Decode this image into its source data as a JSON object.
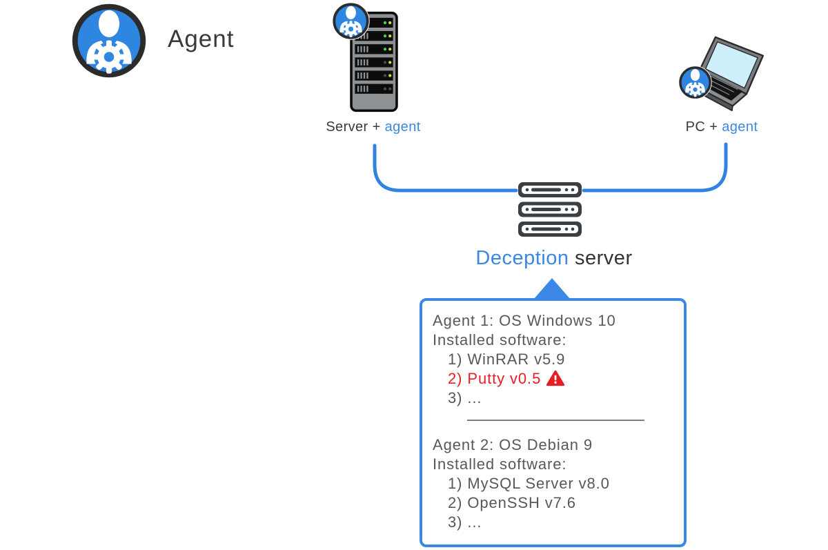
{
  "colors": {
    "accent_blue": "#3b87e2",
    "line_blue": "#3083e3",
    "icon_blue": "#2e86e0",
    "alert_red": "#e71d25",
    "text_dark": "#3a3a3a",
    "text_gray": "#57585a",
    "divider_gray": "#7d7d7d"
  },
  "icons": {
    "legend": "agent-person-gear-icon",
    "server": "server-tower-icon",
    "pc": "laptop-icon",
    "deception": "rack-server-icon",
    "alert": "warning-triangle-icon"
  },
  "legend": {
    "label": "Agent"
  },
  "nodes": {
    "server": {
      "label_prefix": "Server + ",
      "label_agent": "agent"
    },
    "pc": {
      "label_prefix": "PC + ",
      "label_agent": "agent"
    },
    "deception": {
      "label_accent": "Deception",
      "label_rest": " server"
    }
  },
  "callout": {
    "agents": [
      {
        "title": "Agent 1: OS Windows 10",
        "subtitle": "Installed software:",
        "items": [
          {
            "text": "1) WinRAR v5.9",
            "alert": false
          },
          {
            "text": "2) Putty v0.5",
            "alert": true
          },
          {
            "text": "3) ...",
            "alert": false
          }
        ]
      },
      {
        "title": "Agent 2: OS Debian 9",
        "subtitle": "Installed software:",
        "items": [
          {
            "text": "1) MySQL Server v8.0",
            "alert": false
          },
          {
            "text": "2) OpenSSH v7.6",
            "alert": false
          },
          {
            "text": "3) ...",
            "alert": false
          }
        ]
      }
    ]
  }
}
